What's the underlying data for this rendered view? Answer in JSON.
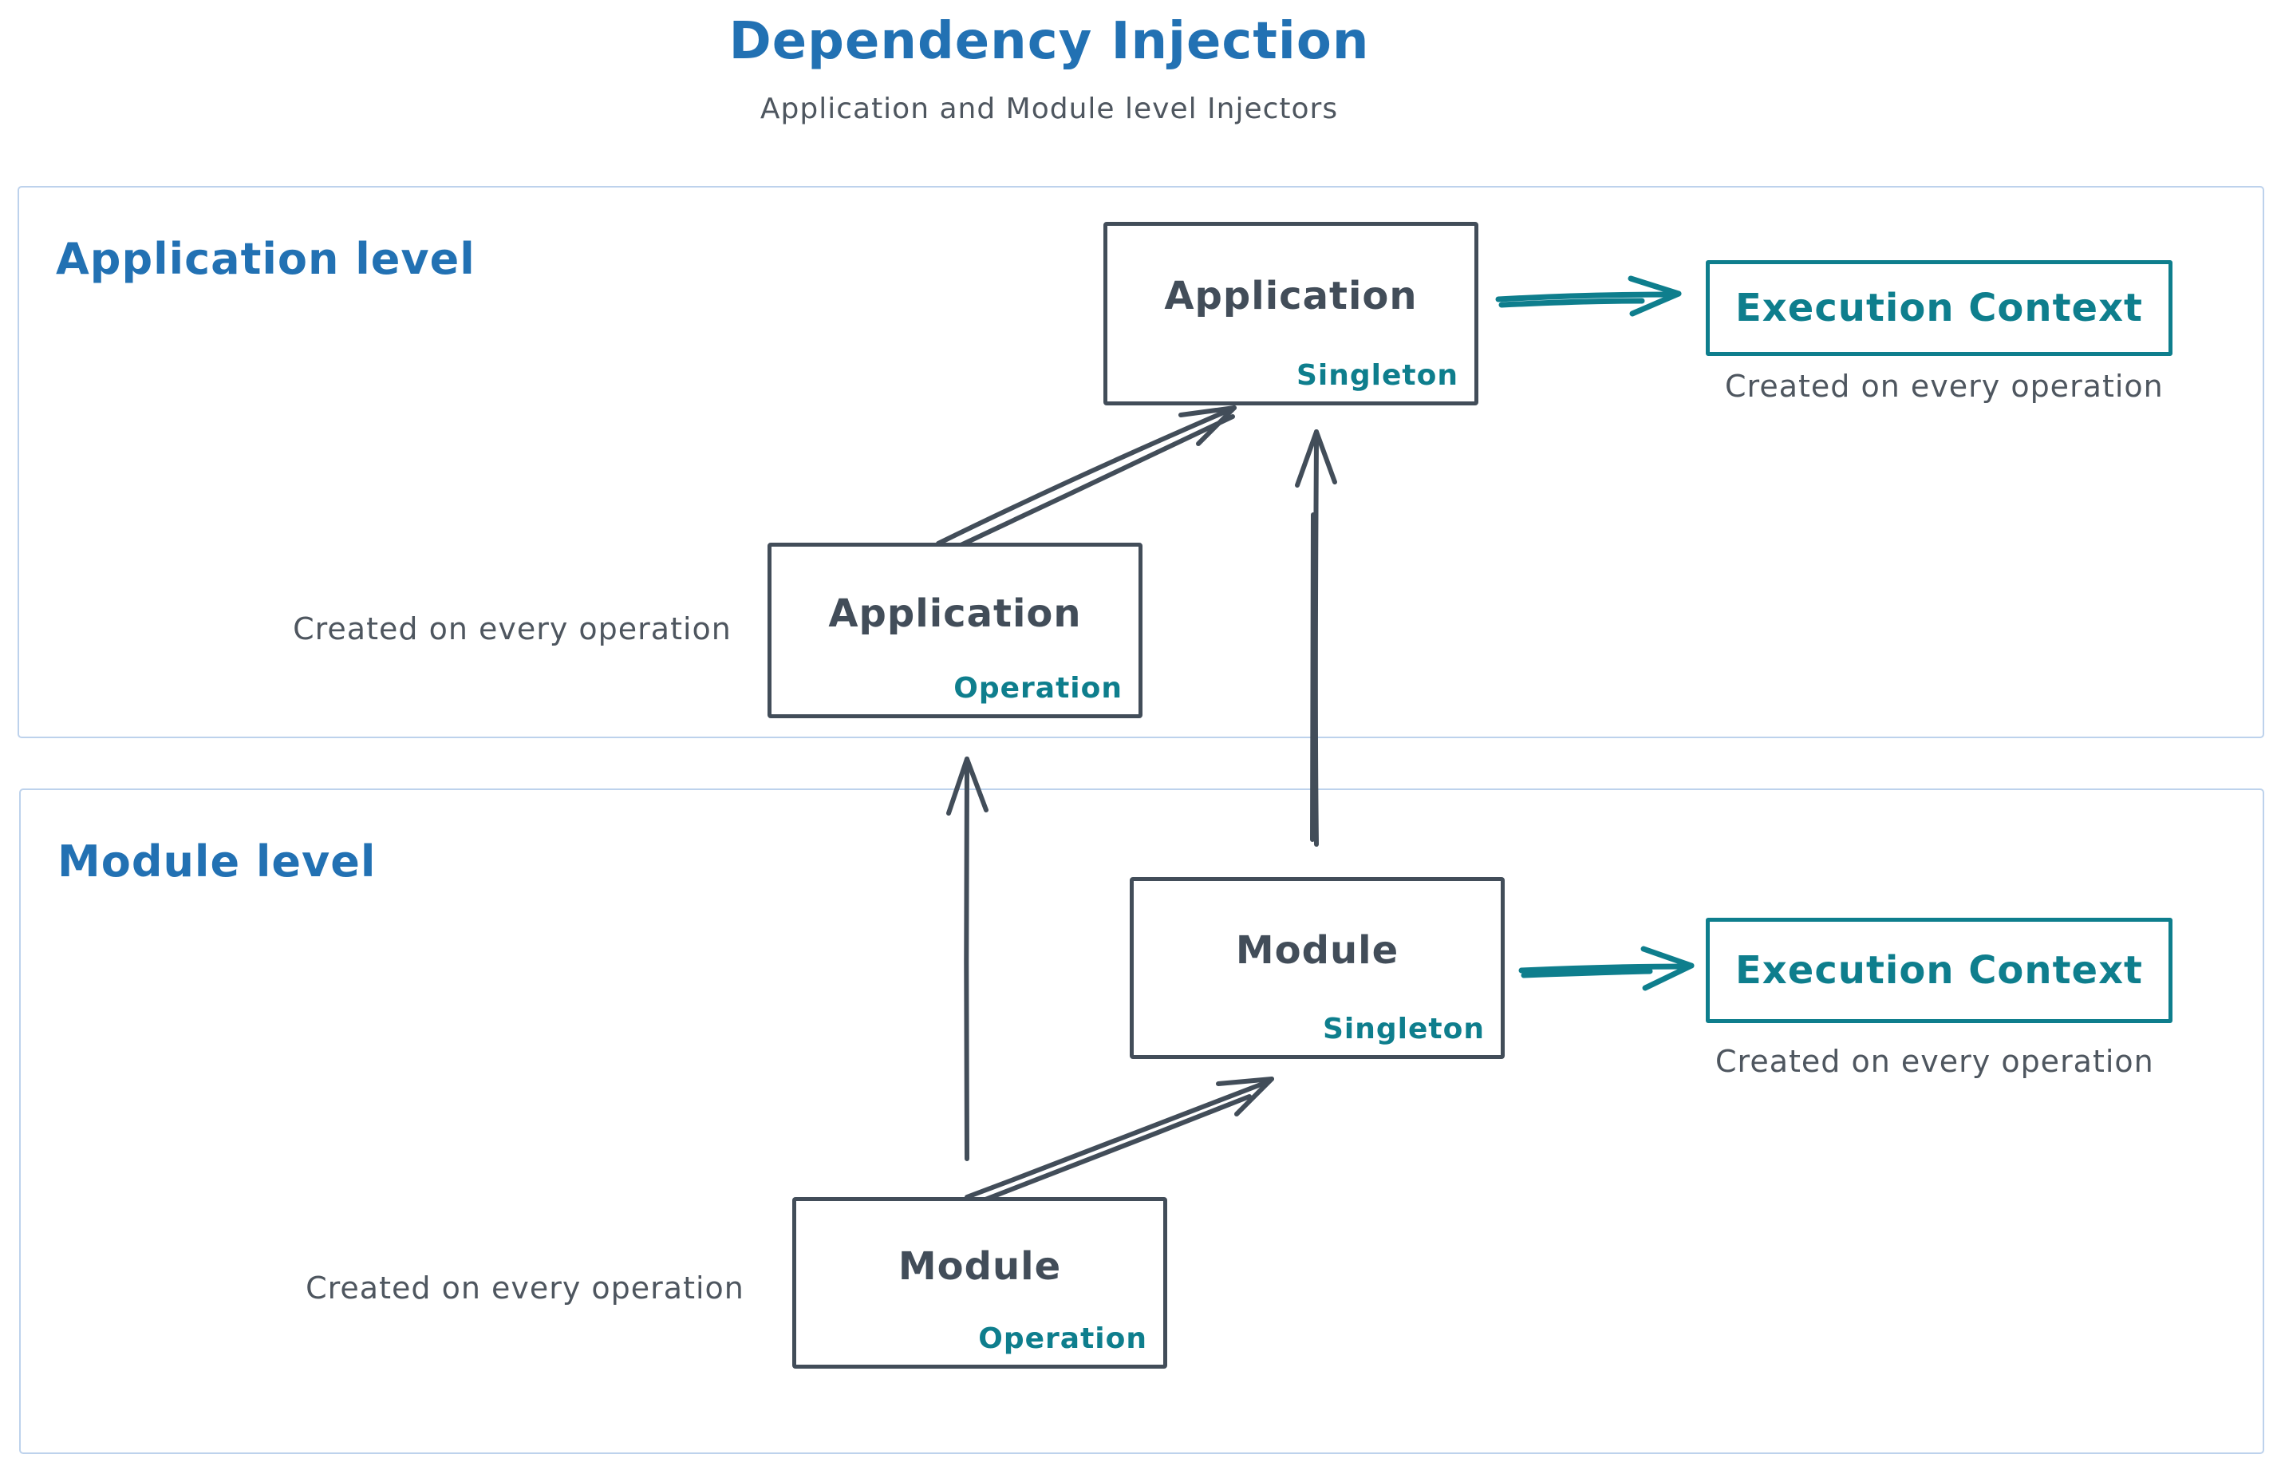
{
  "title": {
    "text": "Dependency Injection",
    "subtitle": "Application and Module level Injectors"
  },
  "sections": {
    "application": {
      "label": "Application level"
    },
    "module": {
      "label": "Module level"
    }
  },
  "nodes": {
    "app_singleton": {
      "name": "Application",
      "scope": "Singleton"
    },
    "app_operation": {
      "name": "Application",
      "scope": "Operation"
    },
    "app_execution_context": {
      "name": "Execution Context",
      "note": "Created on every operation"
    },
    "module_singleton": {
      "name": "Module",
      "scope": "Singleton"
    },
    "module_operation": {
      "name": "Module",
      "scope": "Operation"
    },
    "module_execution_context": {
      "name": "Execution Context",
      "note": "Created on every operation"
    }
  },
  "notes": {
    "app_operation_note": "Created on every operation",
    "module_operation_note": "Created on every operation"
  },
  "edges": [
    {
      "from": "app_operation",
      "to": "app_singleton"
    },
    {
      "from": "app_singleton",
      "to": "app_execution_context"
    },
    {
      "from": "module_operation",
      "to": "app_operation"
    },
    {
      "from": "module_singleton",
      "to": "app_singleton"
    },
    {
      "from": "module_operation",
      "to": "module_singleton"
    },
    {
      "from": "module_singleton",
      "to": "module_execution_context"
    }
  ],
  "colors": {
    "accent_blue": "#2271b3",
    "stroke_dark": "#424d59",
    "accent_teal": "#0e7e8d",
    "section_border": "#bdd2ec",
    "note_gray": "#4e565f",
    "background": "#ffffff"
  }
}
